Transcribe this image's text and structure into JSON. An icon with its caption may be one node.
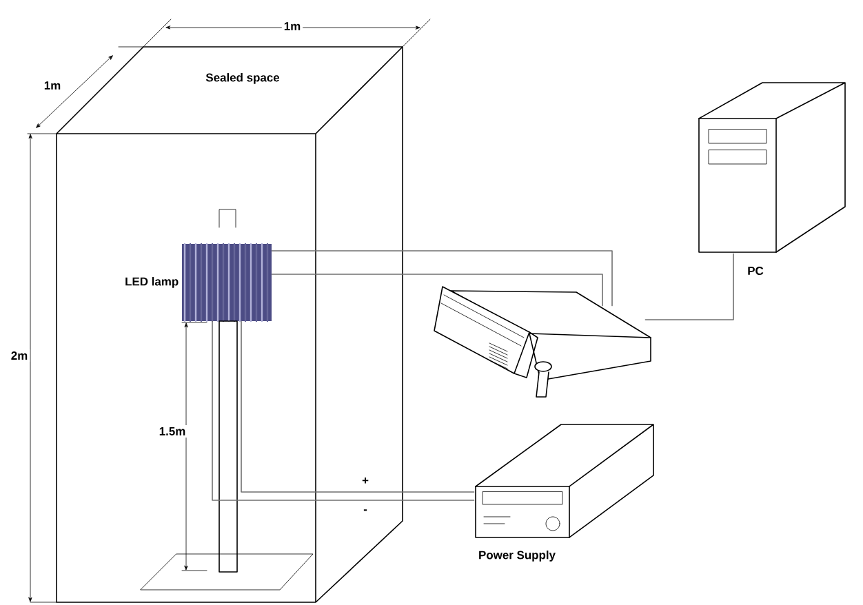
{
  "diagram": {
    "nodes": [
      {
        "text": [
          "Sealed space"
        ]
      },
      {
        "text": [
          "LED lamp"
        ],
        "in": 0
      },
      {
        "text": [],
        "shape": "box"
      },
      {
        "text": [],
        "shape": "box",
        "beside": [
          "PC"
        ]
      },
      {
        "text": [],
        "shape": "box",
        "beside": [
          "Power Supply"
        ]
      }
    ],
    "edges": [
      {
        "from": 1,
        "to": 2,
        "arrow": "none"
      },
      {
        "from": 1,
        "to": 2,
        "arrow": "none"
      },
      {
        "from": 2,
        "to": 3,
        "arrow": "none"
      },
      {
        "from": 1,
        "to": 4,
        "arrow": "none",
        "label": "+"
      },
      {
        "from": 1,
        "to": 4,
        "arrow": "none",
        "label": "-"
      }
    ],
    "labels": [
      "1m",
      "1m",
      "2m",
      "1.5m"
    ]
  }
}
